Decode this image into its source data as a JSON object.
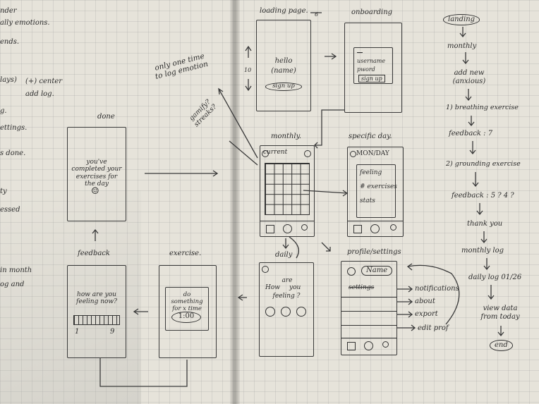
{
  "left_page": {
    "margin_notes": [
      "nder",
      "ally emotions.",
      "ends.",
      "lays)",
      "(+) center",
      "add log.",
      "g.",
      "ettings.",
      "s done.",
      "ty",
      "essed",
      "in month",
      "og and"
    ],
    "done_screen": {
      "title": "done",
      "message": "you've completed your exercises for the day",
      "smiley": "☺"
    },
    "feedback_screen": {
      "title": "feedback",
      "question": "how are you feeling now?",
      "scale_min": "1",
      "scale_max": "9"
    },
    "exercise_screen": {
      "title": "exercise.",
      "instruction": "do something for x time",
      "timer": "1:00"
    },
    "annotations": {
      "log_once": "only one time to log emotion",
      "gamify": "gamify? streaks?"
    }
  },
  "middle": {
    "loading": {
      "title": "loading page.",
      "hello": "hello",
      "name": "(name)",
      "button": "sign up",
      "dim_top": "6",
      "dim_side": "10"
    },
    "onboarding": {
      "title": "onboarding",
      "field1": "username",
      "field2": "pword",
      "button": "sign up"
    },
    "monthly": {
      "title": "monthly.",
      "header": "current"
    },
    "specific_day": {
      "title": "specific day.",
      "date": "MON/DAY",
      "row1": "feeling",
      "row2": "# exercises",
      "row3": "stats"
    },
    "daily": {
      "title": "daily",
      "question_lines": [
        "are",
        "How",
        "you",
        "feeling ?"
      ]
    },
    "profile": {
      "title": "profile/settings",
      "name": "Name",
      "settings": "settings",
      "menu": [
        "notifications",
        "about",
        "export",
        "edit prof"
      ]
    }
  },
  "flow": {
    "steps": [
      "landing",
      "monthly",
      "add new (anxious)",
      "1) breathing exercise",
      "feedback : 7",
      "2) grounding exercise",
      "feedback : 5 ? 4 ?",
      "thank you",
      "monthly log",
      "daily log 01/26",
      "view data from today",
      "end"
    ]
  }
}
